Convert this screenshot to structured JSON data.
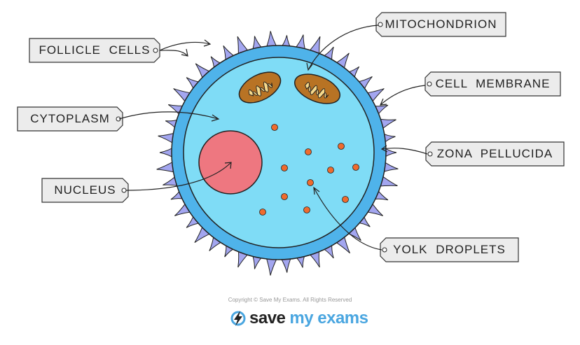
{
  "labels": {
    "follicle_cells": "FOLLICLE CELLS",
    "mitochondrion": "MITOCHONDRION",
    "cell_membrane": "CELL MEMBRANE",
    "cytoplasm": "CYTOPLASM",
    "zona_pellucida": "ZONA PELLUCIDA",
    "nucleus": "NUCLEUS",
    "yolk_droplets": "YOLK DROPLETS"
  },
  "footer": {
    "copyright": "Copyright © Save My Exams. All Rights Reserved",
    "logo_part1": "save",
    "logo_part2": "my exams"
  },
  "colors": {
    "follicle": "#a3a6f0",
    "zona": "#4fb3ea",
    "cytoplasm": "#7fdcf6",
    "nucleus": "#ee7780",
    "mito": "#b87324",
    "cristae": "#f6d98a",
    "yolk": "#ef6b2e"
  }
}
